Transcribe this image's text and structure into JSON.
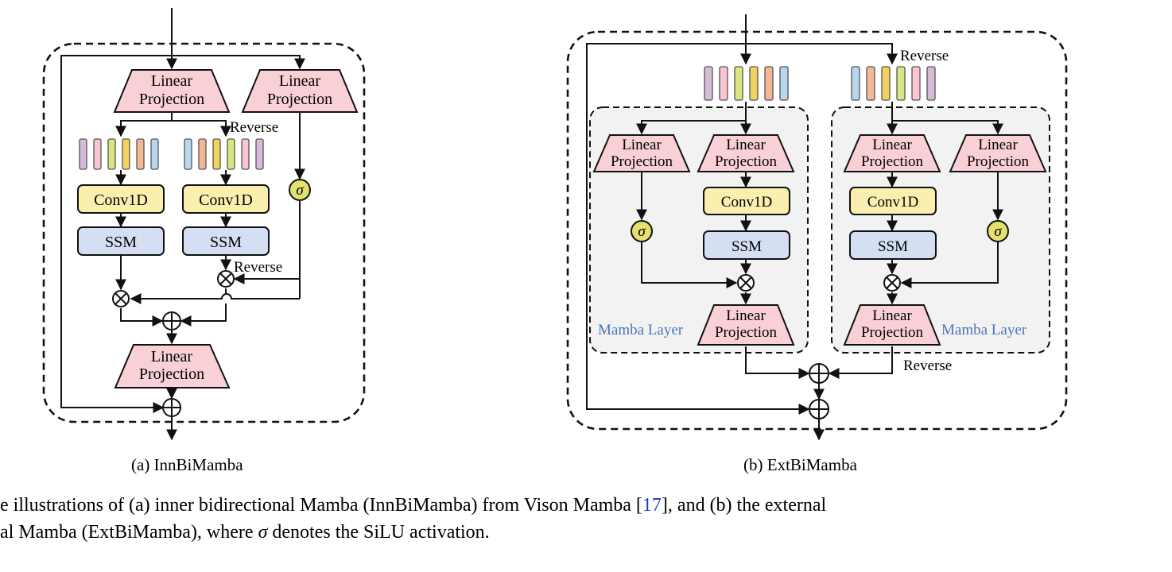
{
  "labels": {
    "linear": [
      "Linear",
      "Projection"
    ],
    "conv": "Conv1D",
    "ssm": "SSM",
    "sigma": "σ",
    "reverse": "Reverse",
    "mamba_layer": "Mamba Layer"
  },
  "colors": {
    "pink": "#f8d0d6",
    "yellow": "#fbefb0",
    "blue": "#d5dff3",
    "gray": "#f2f2f2",
    "sigma_fill": "#e4e070",
    "mamba_text": "#4a77b8"
  },
  "captions": {
    "sub_a": "(a) InnBiMamba",
    "sub_b": "(b) ExtBiMamba",
    "line1_a": "he illustrations of (a) inner bidirectional Mamba (InnBiMamba) from Vison Mamba [",
    "line1_ref": "17",
    "line1_b": "], and (b) the external",
    "line2_a": "nal Mamba (ExtBiMamba), where ",
    "line2_sigma": "σ",
    "line2_b": " denotes the SiLU activation."
  }
}
